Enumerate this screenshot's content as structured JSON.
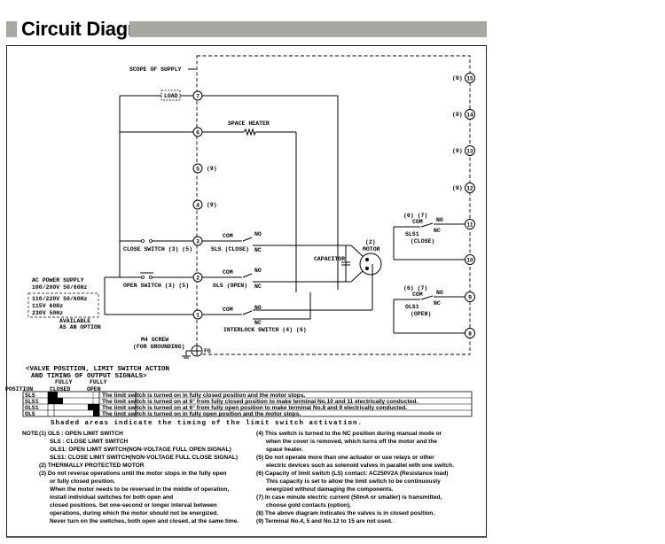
{
  "header": {
    "title": "Circuit Diagram"
  },
  "diagram": {
    "scope_of_supply": "SCOPE OF SUPPLY",
    "load": "LOAD",
    "space_heater": "SPACE HEATER",
    "capacitor": "CAPACITOR",
    "motor_ref": "(2)",
    "motor": "MOTOR",
    "terminals_left": [
      {
        "id": "7",
        "note": ""
      },
      {
        "id": "6",
        "note": ""
      },
      {
        "id": "5",
        "note": "(9)"
      },
      {
        "id": "4",
        "note": "(9)"
      },
      {
        "id": "3",
        "note": ""
      },
      {
        "id": "2",
        "note": ""
      },
      {
        "id": "1",
        "note": ""
      }
    ],
    "terminals_right": [
      {
        "id": "15",
        "note": "(9)"
      },
      {
        "id": "14",
        "note": "(9)"
      },
      {
        "id": "13",
        "note": "(9)"
      },
      {
        "id": "12",
        "note": "(9)"
      },
      {
        "id": "11",
        "note": ""
      },
      {
        "id": "10",
        "note": ""
      },
      {
        "id": "9",
        "note": ""
      },
      {
        "id": "8",
        "note": ""
      }
    ],
    "close_switch": "CLOSE SWITCH (3) (5)",
    "open_switch": "OPEN SWITCH (3) (5)",
    "sls_close": "SLS (CLOSE)",
    "ols_open": "OLS (OPEN)",
    "interlock": "INTERLOCK SWITCH (4) (6)",
    "com": "COM",
    "no": "NO",
    "nc": "NC",
    "sls1_refs": "(6) (7)",
    "sls1": "SLS1",
    "sls1_sub": "(CLOSE)",
    "ols1_refs": "(6) (7)",
    "ols1": "OLS1",
    "ols1_sub": "(OPEN)",
    "ac_supply": "AC POWER SUPPLY",
    "ac_voltage": "100/200V 50/60Hz",
    "options": [
      "110/220V 50/60Hz",
      "115V 60Hz",
      "230V 50Hz"
    ],
    "available": "AVAILABLE",
    "as_option": "AS AN OPTION",
    "m4_screw": "M4 SCREW",
    "for_grounding": "(FOR GROUNDING)",
    "fg": "FG"
  },
  "timing": {
    "title_line1": "<VALVE POSITION, LIMIT SWITCH ACTION",
    "title_line2": "AND TIMING OF OUTPUT SIGNALS>",
    "fully1": "FULLY",
    "fully2": "FULLY",
    "position": "POSITION",
    "closed": "CLOSED",
    "open": "OPEN",
    "rows": [
      {
        "name": "SLS",
        "text": "The limit switch is turned on in fully closed position and the motor stops."
      },
      {
        "name": "SLS1",
        "text": "The limit switch is turned on at 6° from fully closed position to make terminal No.10 and 11 electrically conducted."
      },
      {
        "name": "OLS1",
        "text": "The limit switch is turned on at 6° from fully open position to make terminal No.8 and 9 electrically conducted."
      },
      {
        "name": "OLS",
        "text": "The limit switch is turned on in fully open position and the motor stops."
      }
    ],
    "caption": "Shaded areas indicate the timing of the limit switch activation."
  },
  "notes": {
    "label": "NOTE",
    "n1": [
      "(1) OLS : OPEN LIMIT SWITCH",
      "SLS : CLOSE LIMIT SWITCH",
      "OLS1: OPEN LIMIT SWITCH(NON-VOLTAGE FULL OPEN SIGNAL)",
      "SLS1: CLOSE LIMIT SWITCH(NON-VOLTAGE FULL CLOSE SIGNAL)"
    ],
    "n2": "(2) THERMALLY PROTECTED MOTOR",
    "n3": [
      "(3) Do not reverse operations until the motor stops in the fully open",
      "or fully closed position.",
      "When the motor needs to be reversed in the middle of operation,",
      "install individual switches for both open and",
      "closed positions. Set one-second or longer interval between",
      "operations, during which the motor should not be energized.",
      "Never turn on the switches, both open and closed, at the same time."
    ],
    "n4": [
      "(4) This switch is turned to the NC position during manual mode or",
      "when the cover is removed, which turns off the motor and the",
      "space heater."
    ],
    "n5": [
      "(5) Do not operate more than one actuator or use relays or other",
      "electric devices such as solenoid valves in parallel with one switch."
    ],
    "n6": [
      "(6) Capacity of limit switch (LS) contact: AC250V2A (Resistance load)",
      "This capacity is set to allow the limit switch to be continuously",
      "energized without damaging the components."
    ],
    "n7": [
      "(7) In case minute electric current (50mA or smaller) is transmitted,",
      "choose gold contacts (option)."
    ],
    "n8": "(8) The above diagram indicates the valves is in closed position.",
    "n9": "(9) Terminal No.4, 5 and No.12 to 15 are not used."
  }
}
